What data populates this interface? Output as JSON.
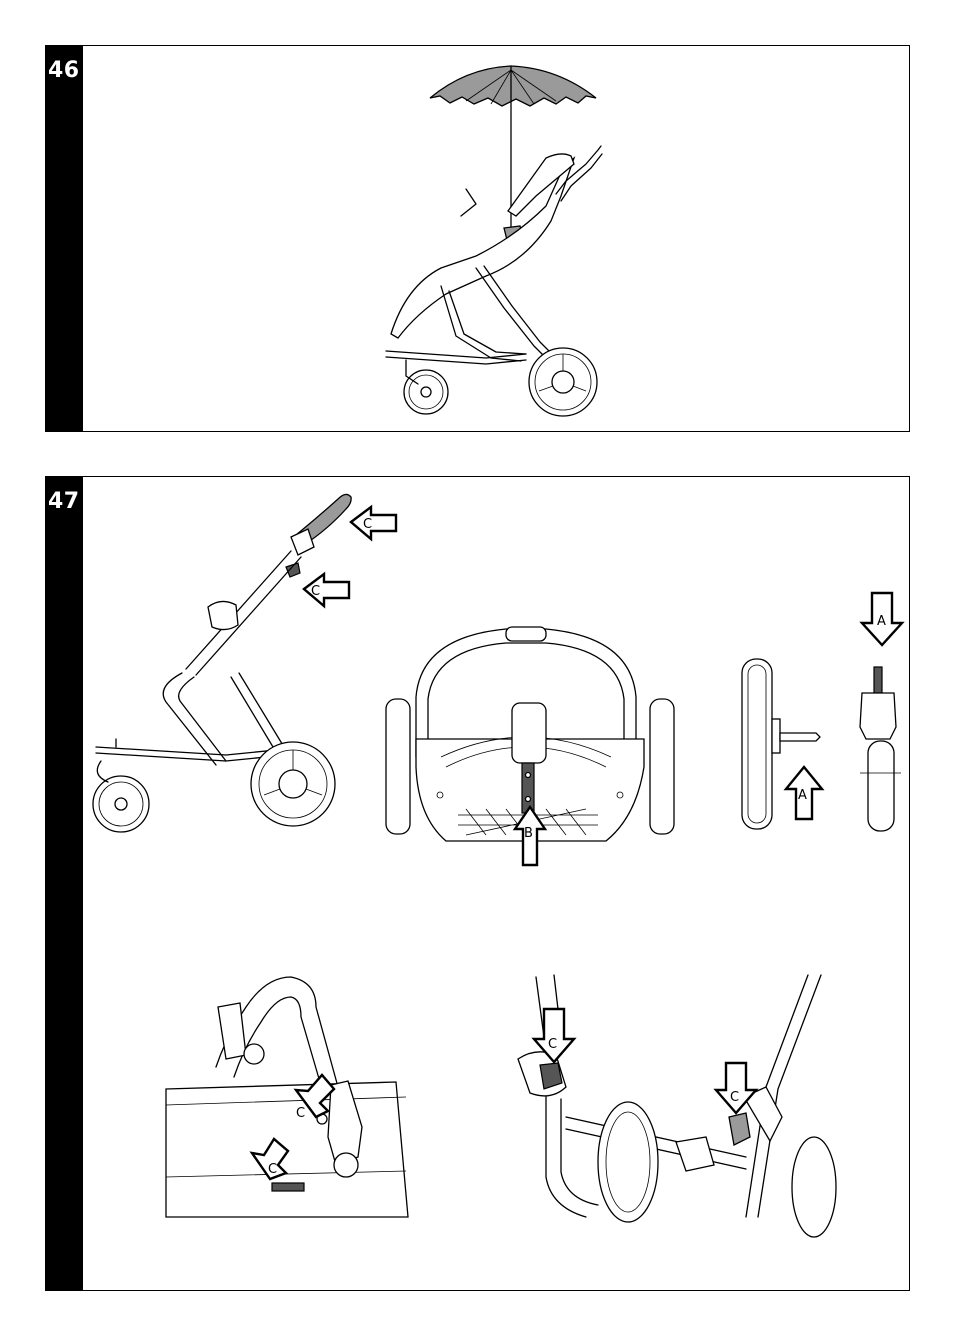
{
  "steps": [
    {
      "number": "46"
    },
    {
      "number": "47"
    }
  ],
  "callouts": {
    "a": "A",
    "b": "B",
    "c": "C"
  }
}
